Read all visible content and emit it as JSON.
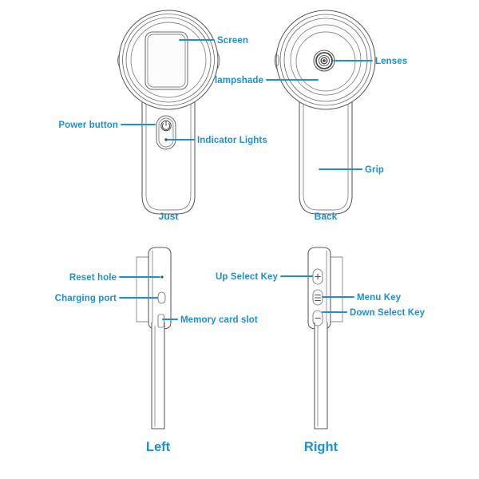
{
  "diagram": {
    "title": "Device parts diagram",
    "accent_color": "#1e8fd0",
    "outline_color": "#5a5a5a",
    "background_color": "#ffffff"
  },
  "views": [
    {
      "id": "front",
      "name": "front-view",
      "caption": "Just",
      "caption_style": "small"
    },
    {
      "id": "back",
      "name": "back-view",
      "caption": "Back",
      "caption_style": "small"
    },
    {
      "id": "left",
      "name": "left-view",
      "caption": "Left",
      "caption_style": "large"
    },
    {
      "id": "right",
      "name": "right-view",
      "caption": "Right",
      "caption_style": "large"
    }
  ],
  "callouts": {
    "screen": "Screen",
    "lampshade": "lampshade",
    "lenses": "Lenses",
    "power_button": "Power button",
    "indicator_lights": "Indicator Lights",
    "grip": "Grip",
    "reset_hole": "Reset hole",
    "charging_port": "Charging port",
    "memory_card_slot": "Memory card slot",
    "up_select_key": "Up Select Key",
    "menu_key": "Menu Key",
    "down_select_key": "Down Select Key"
  },
  "icons": {
    "power_symbol": "power-icon",
    "indicator_dot": "indicator-dot-icon",
    "lens_rings": "lens-icon",
    "reset_pinhole": "reset-pinhole-icon",
    "usb_port": "usb-port-icon",
    "sd_slot": "sd-card-slot-icon",
    "plus_key": "plus-icon",
    "menu_lines": "menu-icon",
    "minus_key": "minus-icon"
  }
}
